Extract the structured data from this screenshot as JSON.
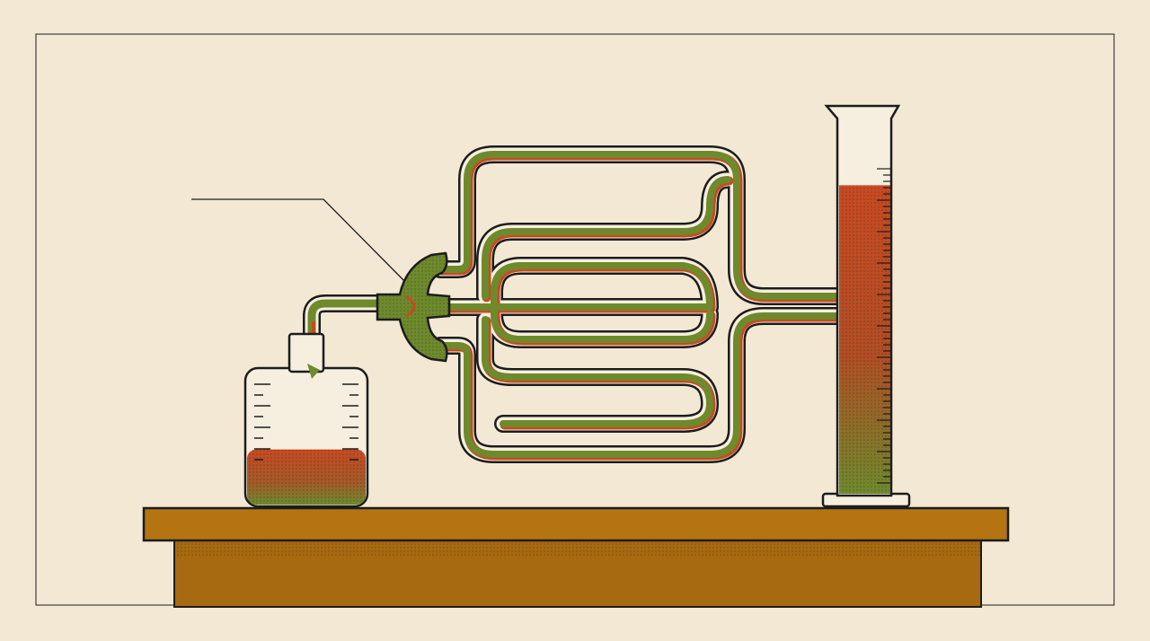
{
  "diagram": {
    "label_text": "",
    "components": [
      {
        "id": "reservoir-bottle",
        "kind": "glass-bottle",
        "fill_level": 0.42
      },
      {
        "id": "feed-tube",
        "kind": "bent-glass-tube"
      },
      {
        "id": "distributor-valve",
        "kind": "branching-stopcock"
      },
      {
        "id": "coiled-tubing",
        "kind": "serpentine-glass-tubing"
      },
      {
        "id": "graduated-cylinder",
        "kind": "measuring-cylinder",
        "fill_level": 0.83
      },
      {
        "id": "lab-bench",
        "kind": "table"
      }
    ]
  },
  "colors": {
    "background": "#f3e8d4",
    "ink": "#1c1c1c",
    "liquid_red": "#c84a22",
    "liquid_green": "#6e8a2c",
    "bench": "#a86a10",
    "bench_top": "#b47412",
    "glass": "#f6efe0"
  }
}
